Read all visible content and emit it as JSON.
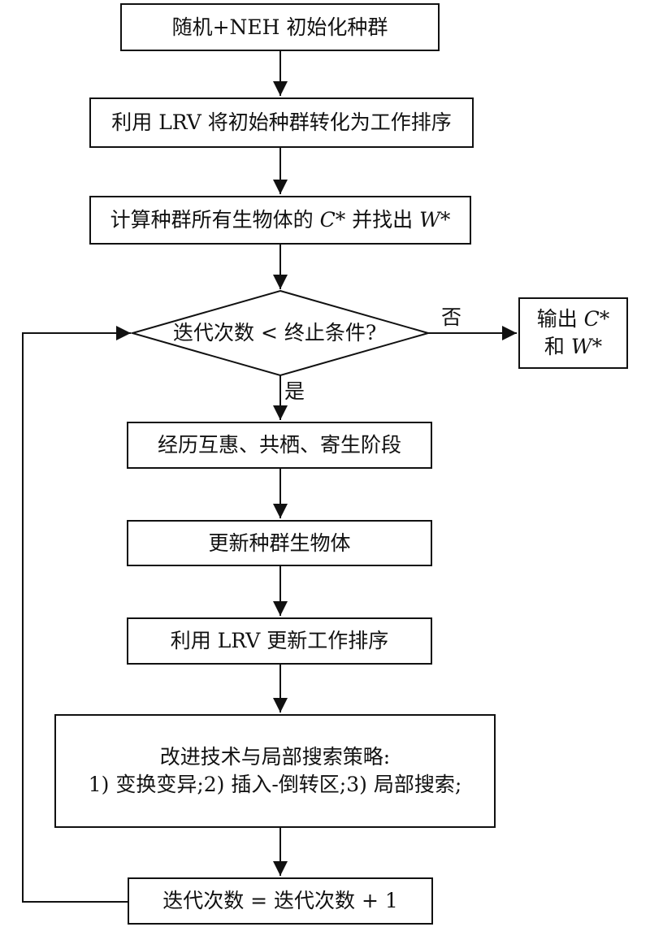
{
  "nodes": {
    "init": "随机+NEH 初始化种群",
    "convert": "利用 LRV 将初始种群转化为工作排序",
    "compute_prefix": "计算种群所有生物体的 ",
    "compute_c": "C*",
    "compute_mid": " 并找出 ",
    "compute_w": "W*",
    "decision": "迭代次数 < 终止条件?",
    "output_prefix": "输出 ",
    "output_c": "C*",
    "output_and": "和 ",
    "output_w": "W*",
    "phases": "经历互惠、共栖、寄生阶段",
    "update": "更新种群生物体",
    "update_order": "利用 LRV 更新工作排序",
    "improve_title": "改进技术与局部搜索策略:",
    "improve_items": "1) 变换变异;2) 插入-倒转区;3) 局部搜索;",
    "iterate": "迭代次数 = 迭代次数 + 1"
  },
  "edges": {
    "no_label": "否",
    "yes_label": "是"
  }
}
